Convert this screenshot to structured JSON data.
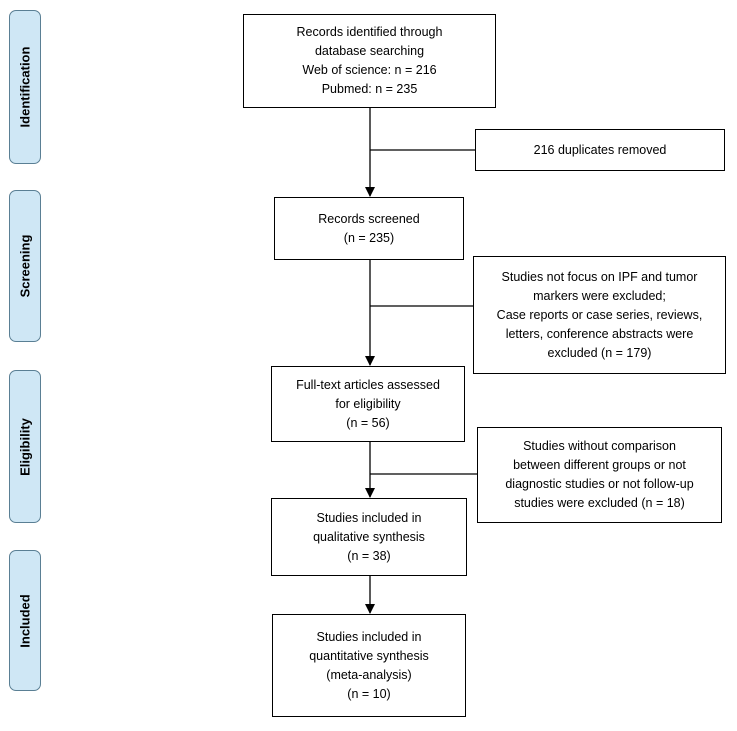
{
  "phases": [
    {
      "id": "identification",
      "label": "Identification"
    },
    {
      "id": "screening",
      "label": "Screening"
    },
    {
      "id": "eligibility",
      "label": "Eligibility"
    },
    {
      "id": "included",
      "label": "Included"
    }
  ],
  "boxes": {
    "records_identified": [
      "Records identified through",
      "database searching",
      "Web of science: n = 216",
      "Pubmed: n = 235"
    ],
    "duplicates_removed": [
      "216 duplicates removed"
    ],
    "records_screened": [
      "Records screened",
      "(n = 235)"
    ],
    "screening_excluded": [
      "Studies not focus on IPF and tumor",
      "markers were excluded;",
      "Case reports or case series, reviews,",
      "letters, conference abstracts were",
      "excluded (n = 179)"
    ],
    "fulltext_assessed": [
      "Full-text articles assessed",
      "for eligibility",
      "(n = 56)"
    ],
    "eligibility_excluded": [
      "Studies without comparison",
      "between different groups or not",
      "diagnostic studies or not follow-up",
      "studies were excluded (n = 18)"
    ],
    "qualitative": [
      "Studies included in",
      "qualitative synthesis",
      "(n = 38)"
    ],
    "quantitative": [
      "Studies included in",
      "quantitative synthesis",
      "(meta-analysis)",
      "(n = 10)"
    ]
  }
}
